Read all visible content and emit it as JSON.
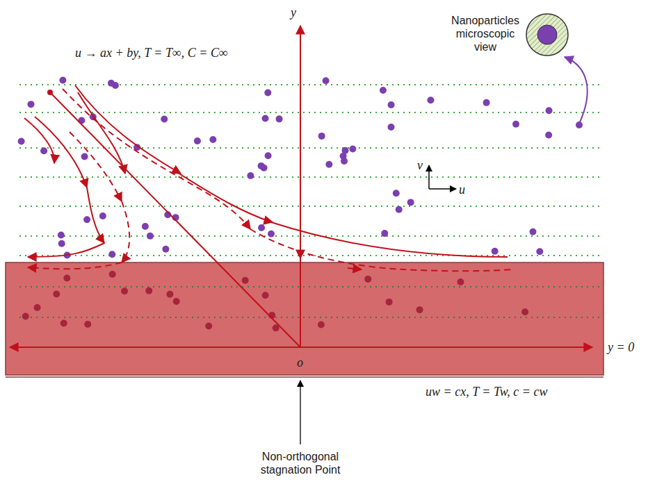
{
  "diagram": {
    "labels": [
      "y",
      "Nanoparticles microscopic view",
      "u → ax + by, T = T∞, C = C∞",
      "v",
      "u",
      "y = 0",
      "o",
      "uw = cx, T = Tw, c = cw",
      "Non-orthogonal stagnation Point"
    ]
  }
}
